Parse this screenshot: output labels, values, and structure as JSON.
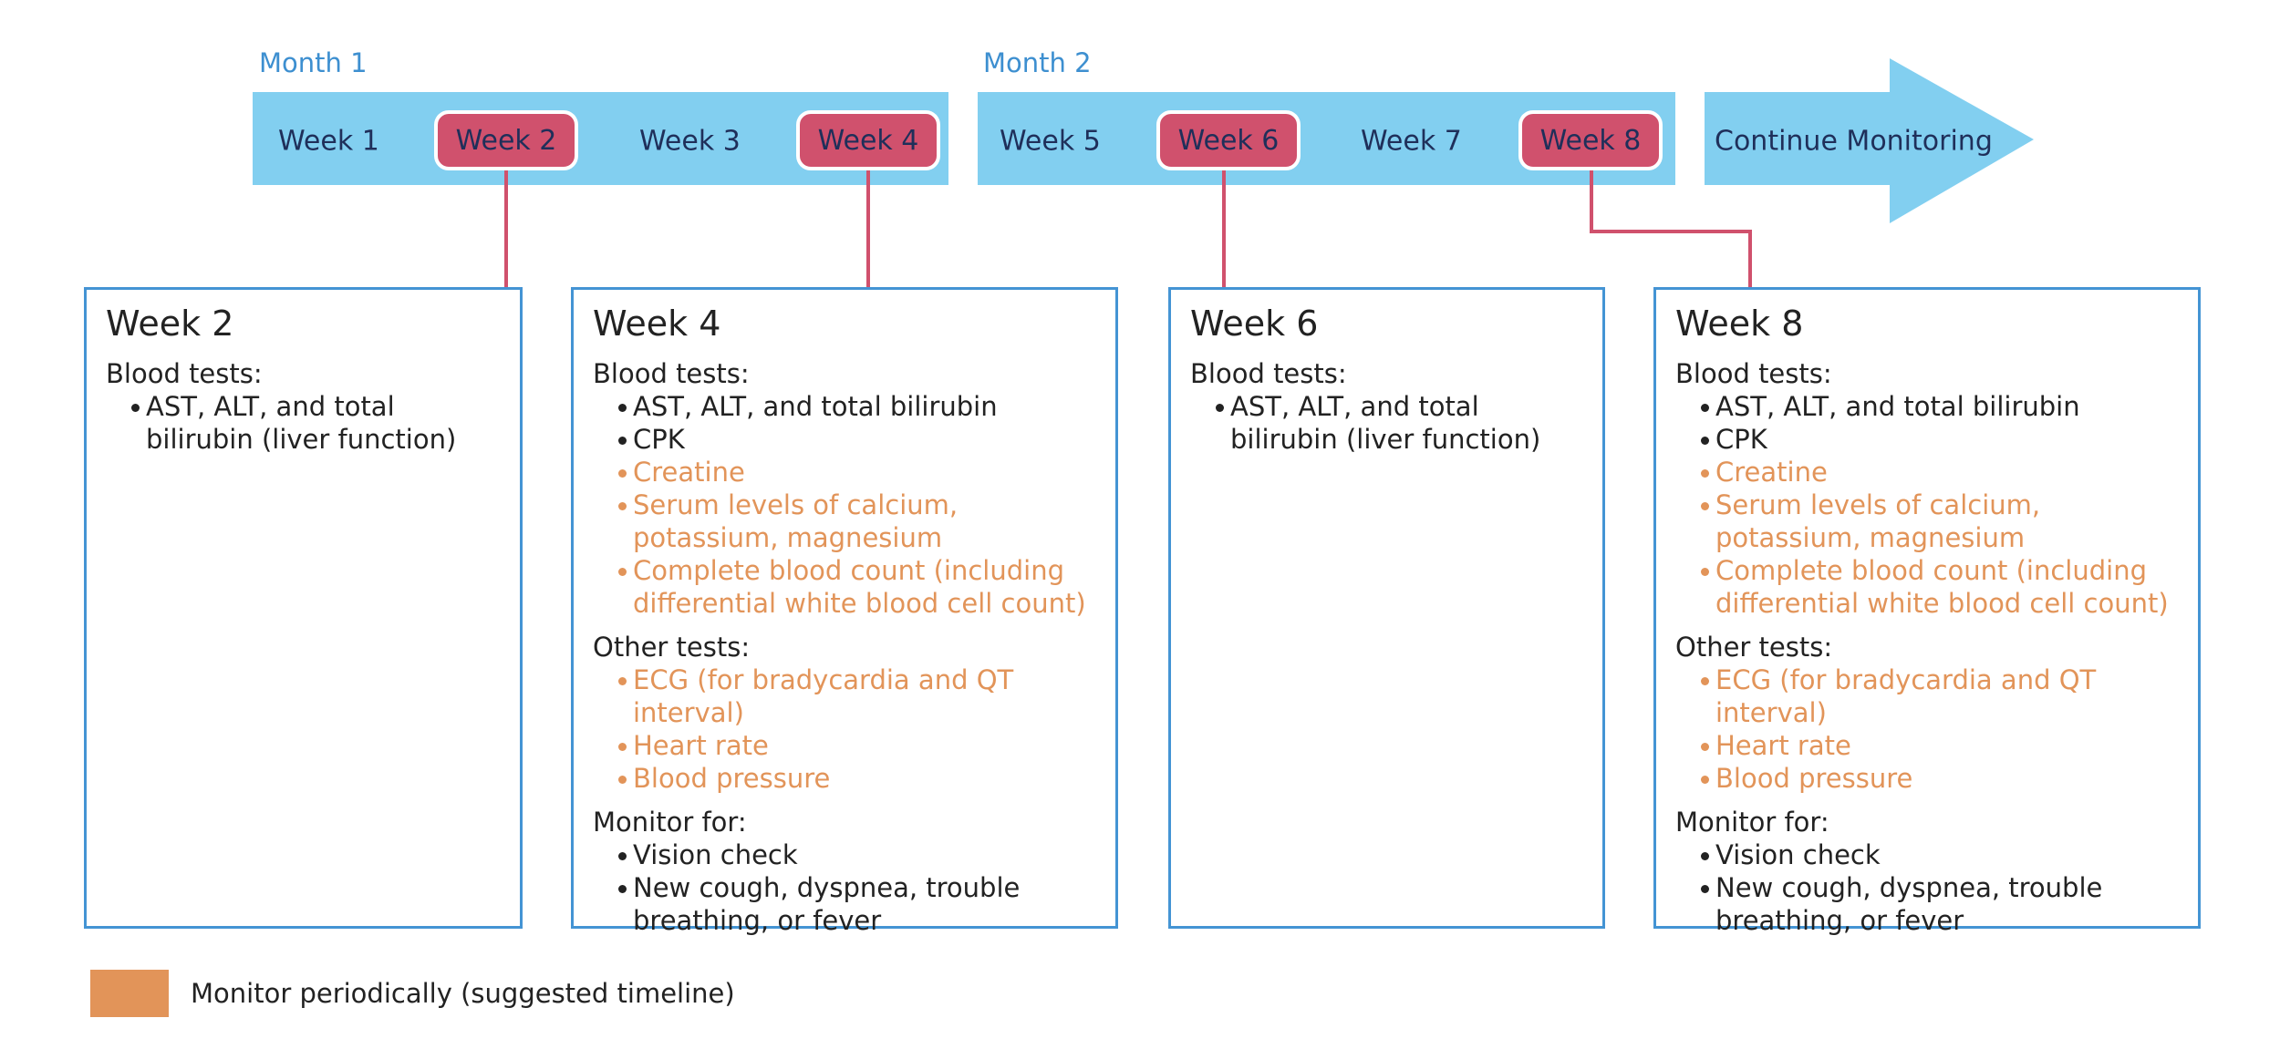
{
  "timeline": {
    "months": [
      "Month 1",
      "Month 2"
    ],
    "weeks": [
      "Week 1",
      "Week 2",
      "Week 3",
      "Week 4",
      "Week 5",
      "Week 6",
      "Week 7",
      "Week 8"
    ],
    "highlighted_weeks": [
      "Week 2",
      "Week 4",
      "Week 6",
      "Week 8"
    ],
    "continue_label": "Continue Monitoring"
  },
  "cards": [
    {
      "title": "Week 2",
      "sections": [
        {
          "heading": "Blood tests:",
          "items": [
            {
              "text": "AST, ALT, and total bilirubin (liver function)",
              "periodic": false
            }
          ]
        }
      ]
    },
    {
      "title": "Week 4",
      "sections": [
        {
          "heading": "Blood tests:",
          "items": [
            {
              "text": "AST, ALT, and total bilirubin",
              "periodic": false
            },
            {
              "text": "CPK",
              "periodic": false
            },
            {
              "text": "Creatine",
              "periodic": true
            },
            {
              "text": "Serum levels of calcium, potassium, magnesium",
              "periodic": true
            },
            {
              "text": "Complete blood count (including differential white blood cell count)",
              "periodic": true
            }
          ]
        },
        {
          "heading": "Other tests:",
          "items": [
            {
              "text": "ECG (for bradycardia and QT interval)",
              "periodic": true
            },
            {
              "text": "Heart rate",
              "periodic": true
            },
            {
              "text": "Blood pressure",
              "periodic": true
            }
          ]
        },
        {
          "heading": "Monitor for:",
          "items": [
            {
              "text": "Vision check",
              "periodic": false
            },
            {
              "text": "New cough, dyspnea, trouble breathing, or fever",
              "periodic": false
            }
          ]
        }
      ]
    },
    {
      "title": "Week 6",
      "sections": [
        {
          "heading": "Blood tests:",
          "items": [
            {
              "text": "AST, ALT, and total bilirubin (liver function)",
              "periodic": false
            }
          ]
        }
      ]
    },
    {
      "title": "Week 8",
      "sections": [
        {
          "heading": "Blood tests:",
          "items": [
            {
              "text": "AST, ALT, and total bilirubin",
              "periodic": false
            },
            {
              "text": "CPK",
              "periodic": false
            },
            {
              "text": "Creatine",
              "periodic": true
            },
            {
              "text": "Serum levels of calcium, potassium, magnesium",
              "periodic": true
            },
            {
              "text": "Complete blood count (including differential white blood cell count)",
              "periodic": true
            }
          ]
        },
        {
          "heading": "Other tests:",
          "items": [
            {
              "text": "ECG (for bradycardia and QT interval)",
              "periodic": true
            },
            {
              "text": "Heart rate",
              "periodic": true
            },
            {
              "text": "Blood pressure",
              "periodic": true
            }
          ]
        },
        {
          "heading": "Monitor for:",
          "items": [
            {
              "text": "Vision check",
              "periodic": false
            },
            {
              "text": "New cough, dyspnea, trouble breathing, or fever",
              "periodic": false
            }
          ]
        }
      ]
    }
  ],
  "legend": {
    "label": "Monitor periodically (suggested timeline)"
  },
  "colors": {
    "band": "#82cff0",
    "highlight": "#d0516d",
    "card_border": "#4494d4",
    "periodic": "#e29459",
    "month_label": "#3d8fd0",
    "week_text": "#1f2f5a"
  }
}
